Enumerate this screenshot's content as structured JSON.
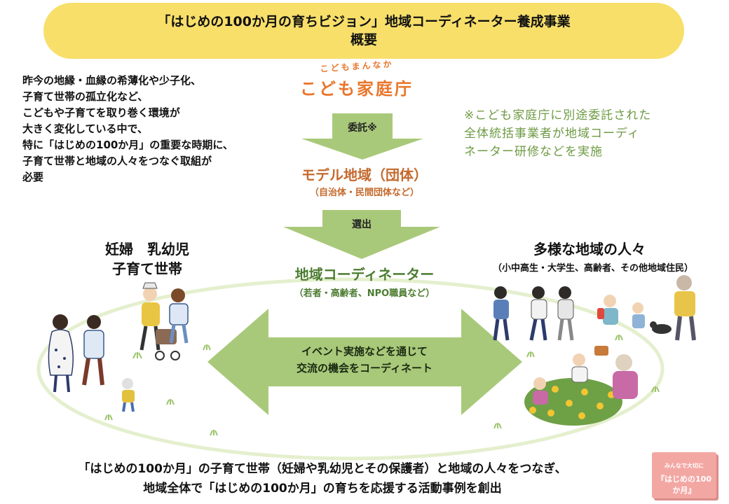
{
  "header": {
    "title": "「はじめの100か月の育ちビジョン」地域コーディネーター養成事業",
    "subtitle": "概要"
  },
  "intro_lines": [
    "昨今の地縁・血縁の希薄化や少子化、",
    "子育て世帯の孤立化など、",
    "こどもや子育てを取り巻く環境が",
    "大きく変化している中で、",
    "特に「はじめの100か月」の重要な時期に、",
    "子育て世帯と地域の人々をつなぐ取組が",
    "必要"
  ],
  "org": {
    "tagline": "こどもまんなか",
    "name": "こども家庭庁"
  },
  "arrows": {
    "commission": "委託※",
    "select": "選出"
  },
  "note_lines": [
    "※こども家庭庁に別途委託された",
    "全体統括事業者が地域コーディ",
    "ネーター研修などを実施"
  ],
  "model_region": {
    "title": "モデル地域（団体）",
    "subtitle": "（自治体・民間団体など）"
  },
  "coordinator": {
    "title": "地域コーディネーター",
    "subtitle": "（若者・高齢者、NPO職員など）"
  },
  "families": {
    "line1": "妊婦　乳幼児",
    "line2": "子育て世帯"
  },
  "community": {
    "title": "多様な地域の人々",
    "subtitle": "（小中高生・大学生、高齢者、その他地域住民）"
  },
  "exchange": {
    "line1": "イベント実施などを通じて",
    "line2": "交流の機会をコーディネート"
  },
  "bottom_lines": [
    "「はじめの100か月」の子育て世帯（妊婦や乳幼児とその保護者）と地域の人々をつなぎ、",
    "地域全体で「はじめの100か月」の育ちを応援する活動事例を創出"
  ],
  "book": {
    "tagline": "みんなで大切に",
    "title": "『はじめの100か月』"
  },
  "colors": {
    "banner": "#f8df6a",
    "org": "#e9762b",
    "model": "#c4692c",
    "coordinator": "#4b7c30",
    "note": "#6e9a43",
    "arrow": "#a9c97a",
    "ellipse": "#e4efce"
  }
}
